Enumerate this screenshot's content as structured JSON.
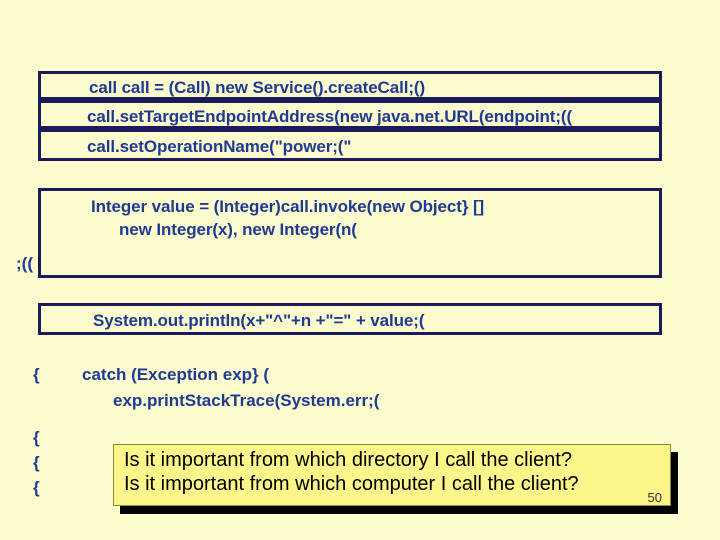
{
  "slide": {
    "background_color": "#fcfbcd",
    "code_color": "#1f3a93",
    "border_color": "#1b1b5c",
    "callout_color": "#fcf68a",
    "page_number": "50"
  },
  "code_boxes": [
    {
      "name": "create-call",
      "text": "call call = (Call) new Service().createCall;()"
    },
    {
      "name": "set-endpoint",
      "text": "call.setTargetEndpointAddress(new java.net.URL(endpoint;(("
    },
    {
      "name": "set-operation",
      "text": "call.setOperationName(\"power;(\""
    },
    {
      "name": "invoke-line-1",
      "text": "Integer value = (Integer)call.invoke(new Object} []"
    },
    {
      "name": "invoke-line-2",
      "text": "new Integer(x), new Integer(n("
    },
    {
      "name": "println",
      "text": "System.out.println(x+\"^\"+n +\"=\" + value;("
    }
  ],
  "stray_token": ";((",
  "loose_lines": {
    "catch_brace": "{",
    "catch_clause": "catch (Exception exp} (",
    "print_stack_trace": "exp.printStackTrace(System.err;(",
    "closing_brace_1": "{",
    "closing_brace_2": "{",
    "closing_brace_3": "{"
  },
  "callout": {
    "question_1": "Is it important from which directory I call the client?",
    "question_2": "Is it important from which computer I call the client?"
  }
}
